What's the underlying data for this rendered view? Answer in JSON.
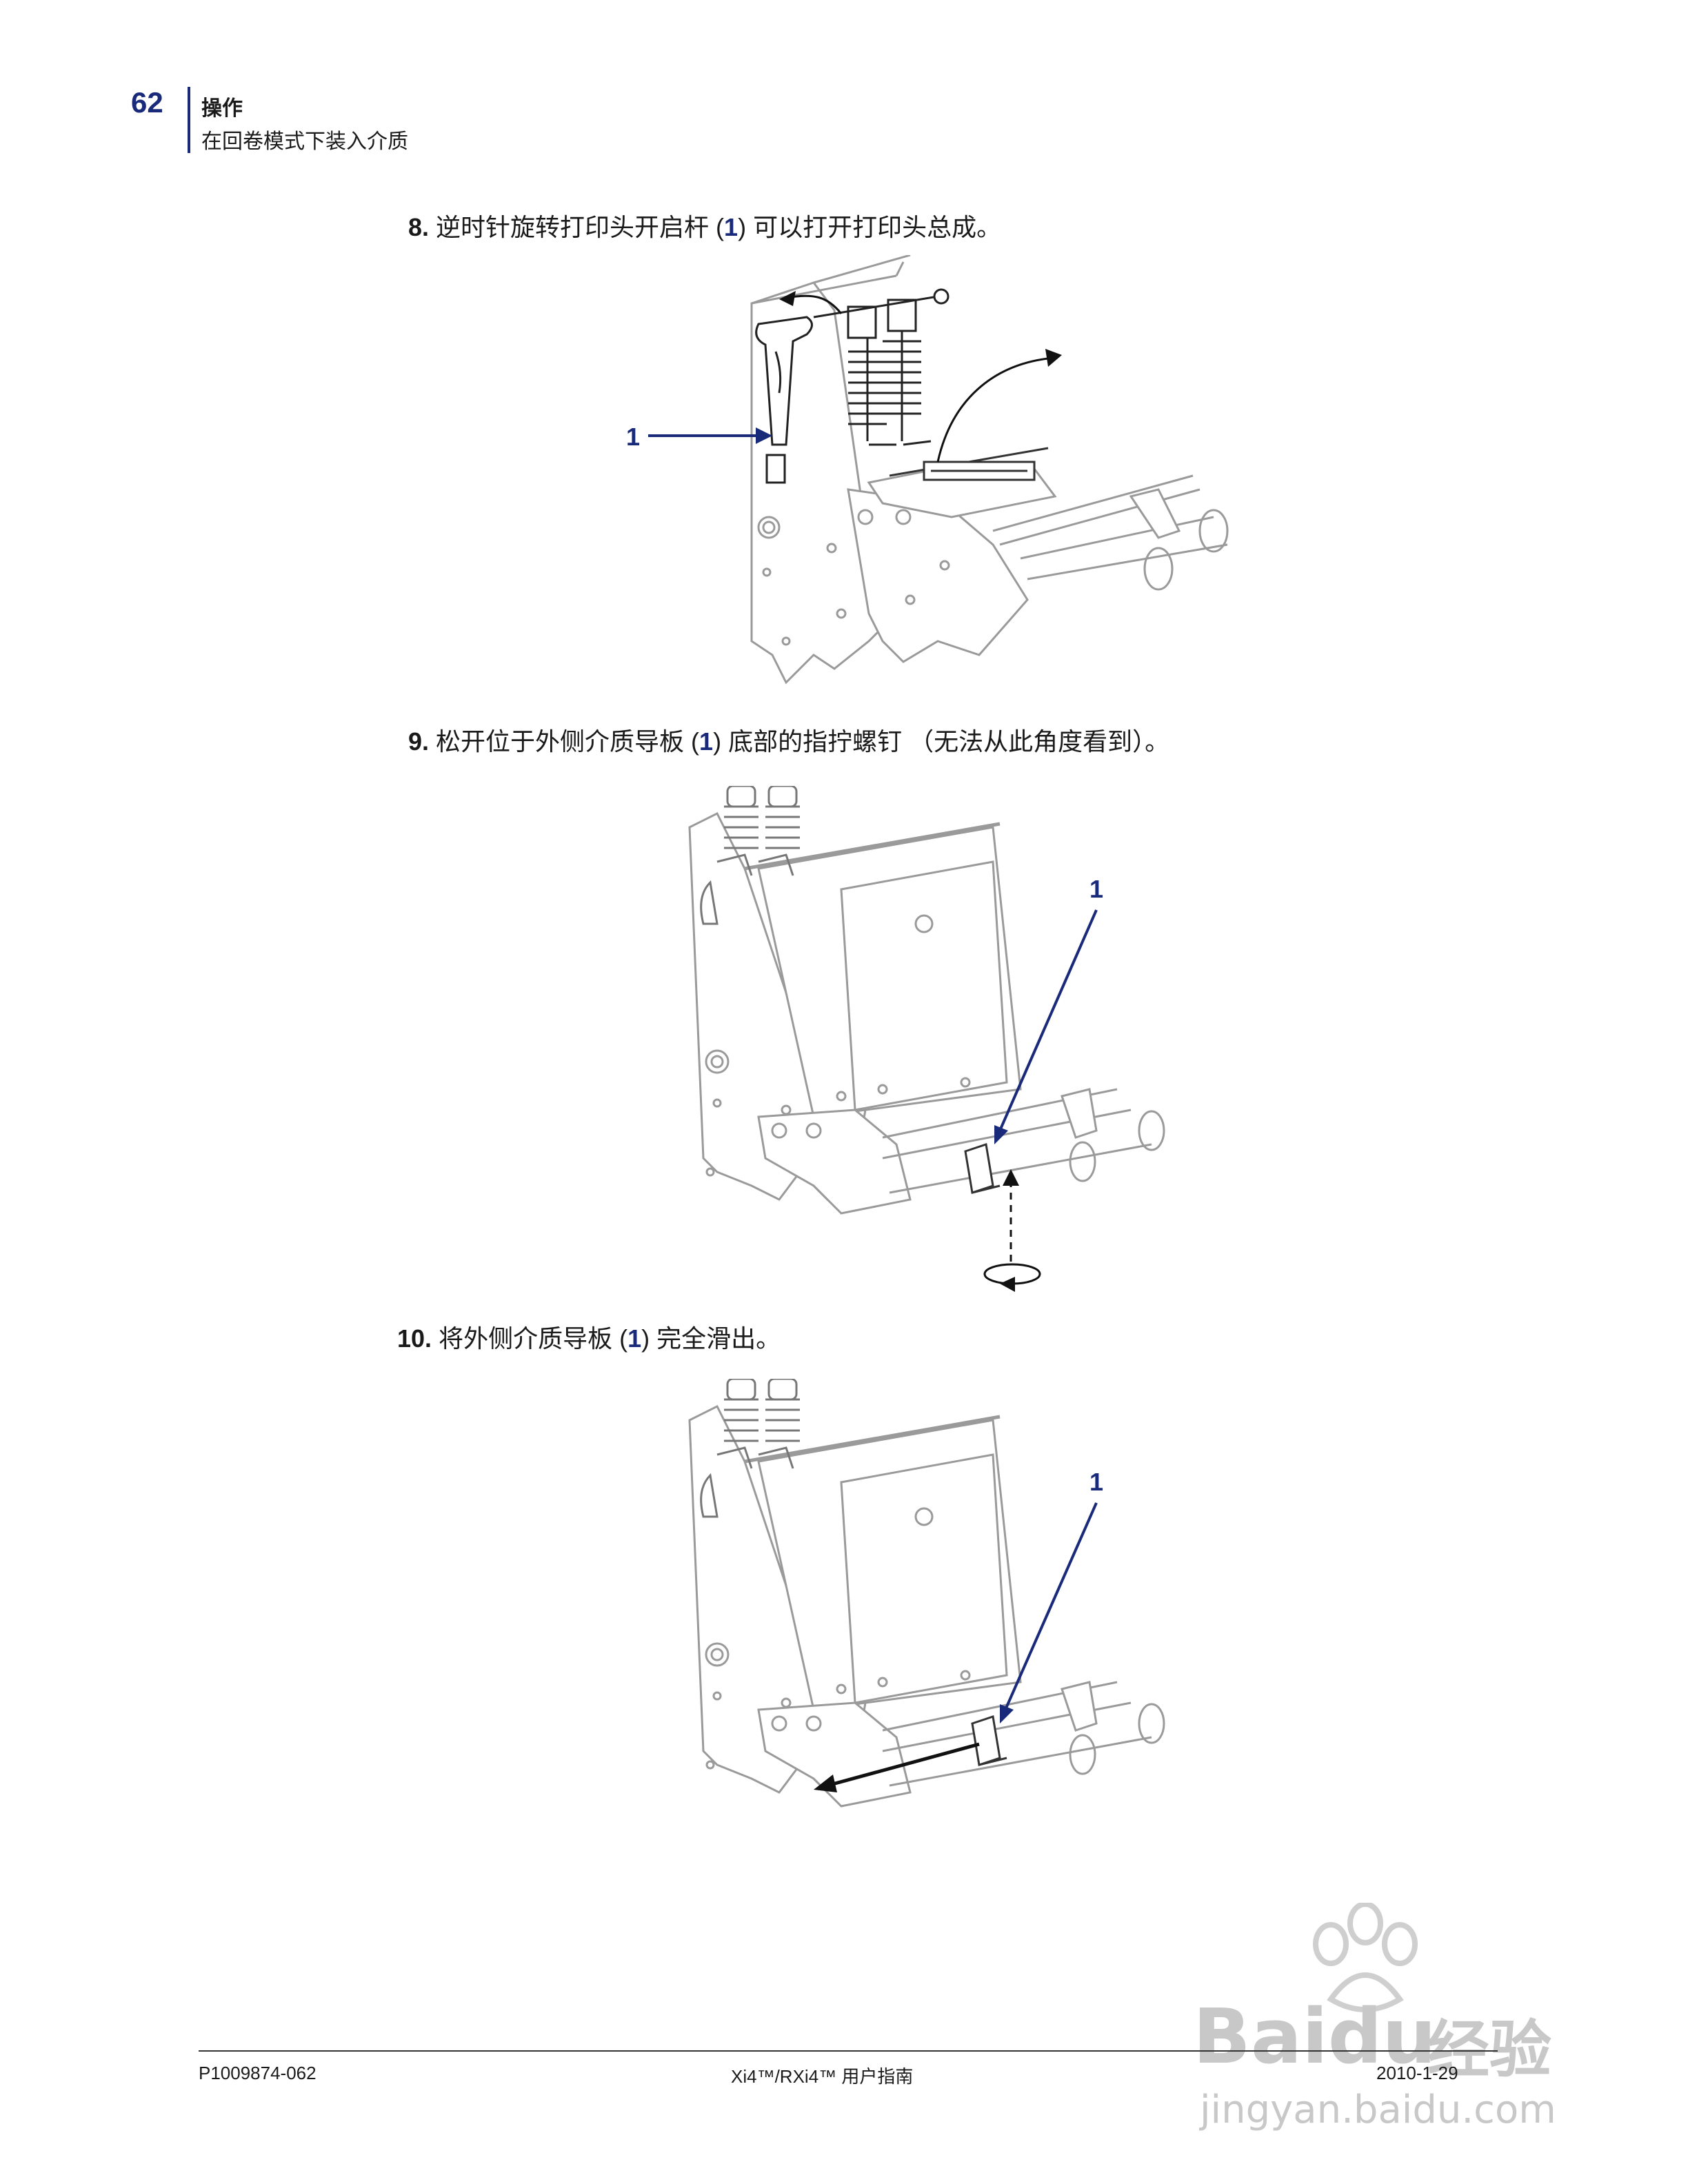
{
  "header": {
    "page_number": "62",
    "chapter": "操作",
    "section": "在回卷模式下装入介质"
  },
  "steps": [
    {
      "number": "8.",
      "before": "逆时针旋转打印头开启杆 (",
      "callout": "1",
      "after": ") 可以打开打印头总成。"
    },
    {
      "number": "9.",
      "before": "松开位于外侧介质导板 (",
      "callout": "1",
      "after": ") 底部的指拧螺钉 （无法从此角度看到）。"
    },
    {
      "number": "10.",
      "before": "将外侧介质导板 (",
      "callout": "1",
      "after": ") 完全滑出。"
    }
  ],
  "figures": [
    {
      "callout_label": "1"
    },
    {
      "callout_label": "1"
    },
    {
      "callout_label": "1"
    }
  ],
  "footer": {
    "part_number": "P1009874-062",
    "title": "Xi4™/RXi4™ 用户指南",
    "date": "2010-1-29"
  },
  "watermark": {
    "brand": "Baidu",
    "brand_cn": "经验",
    "url": "jingyan.baidu.com"
  },
  "colors": {
    "accent": "#1a2a7a",
    "line_art": "#9a9a9a",
    "arrow": "#111111"
  }
}
